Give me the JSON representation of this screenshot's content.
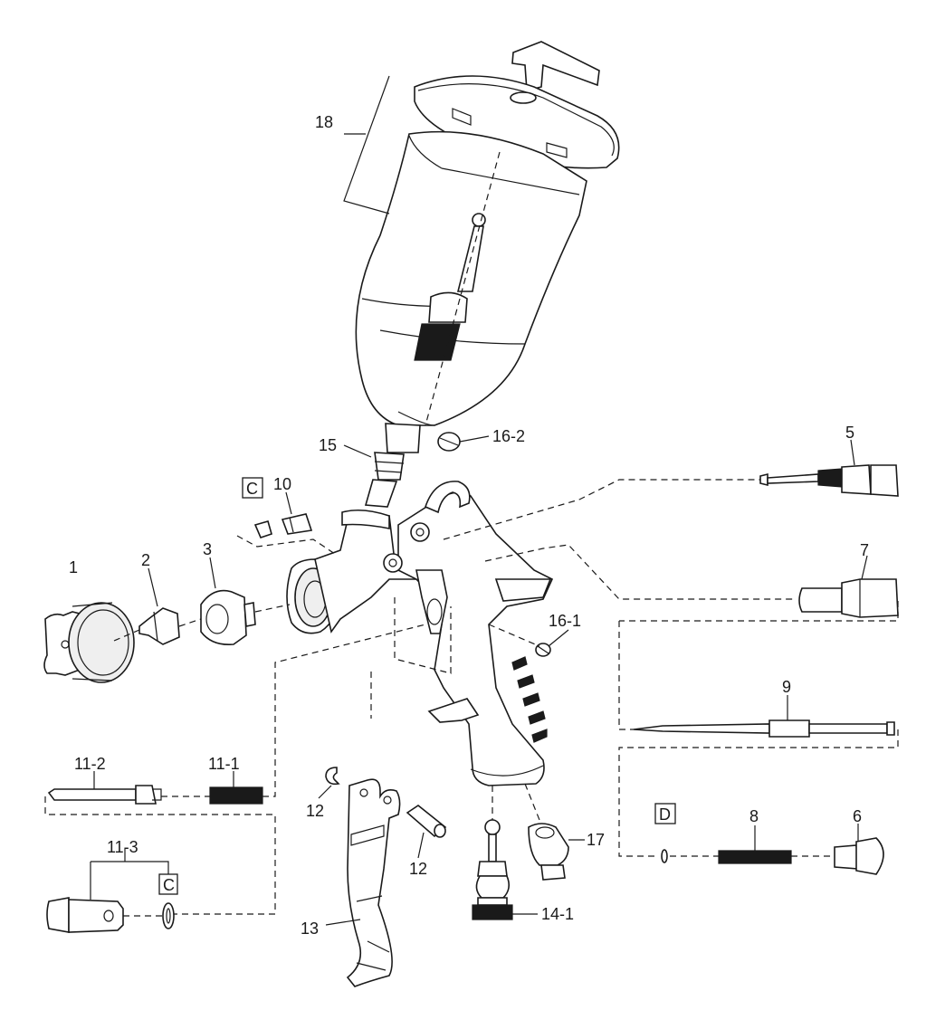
{
  "labels": {
    "p1": "1",
    "p2": "2",
    "p3": "3",
    "p5": "5",
    "p6": "6",
    "p7": "7",
    "p8": "8",
    "p9": "9",
    "p10": "10",
    "p11_1": "11-1",
    "p11_2": "11-2",
    "p11_3": "11-3",
    "p12a": "12",
    "p12b": "12",
    "p13": "13",
    "p14_1": "14-1",
    "p15": "15",
    "p16_1": "16-1",
    "p16_2": "16-2",
    "p17": "17",
    "p18": "18",
    "box_c1": "C",
    "box_c2": "C",
    "box_d": "D"
  }
}
